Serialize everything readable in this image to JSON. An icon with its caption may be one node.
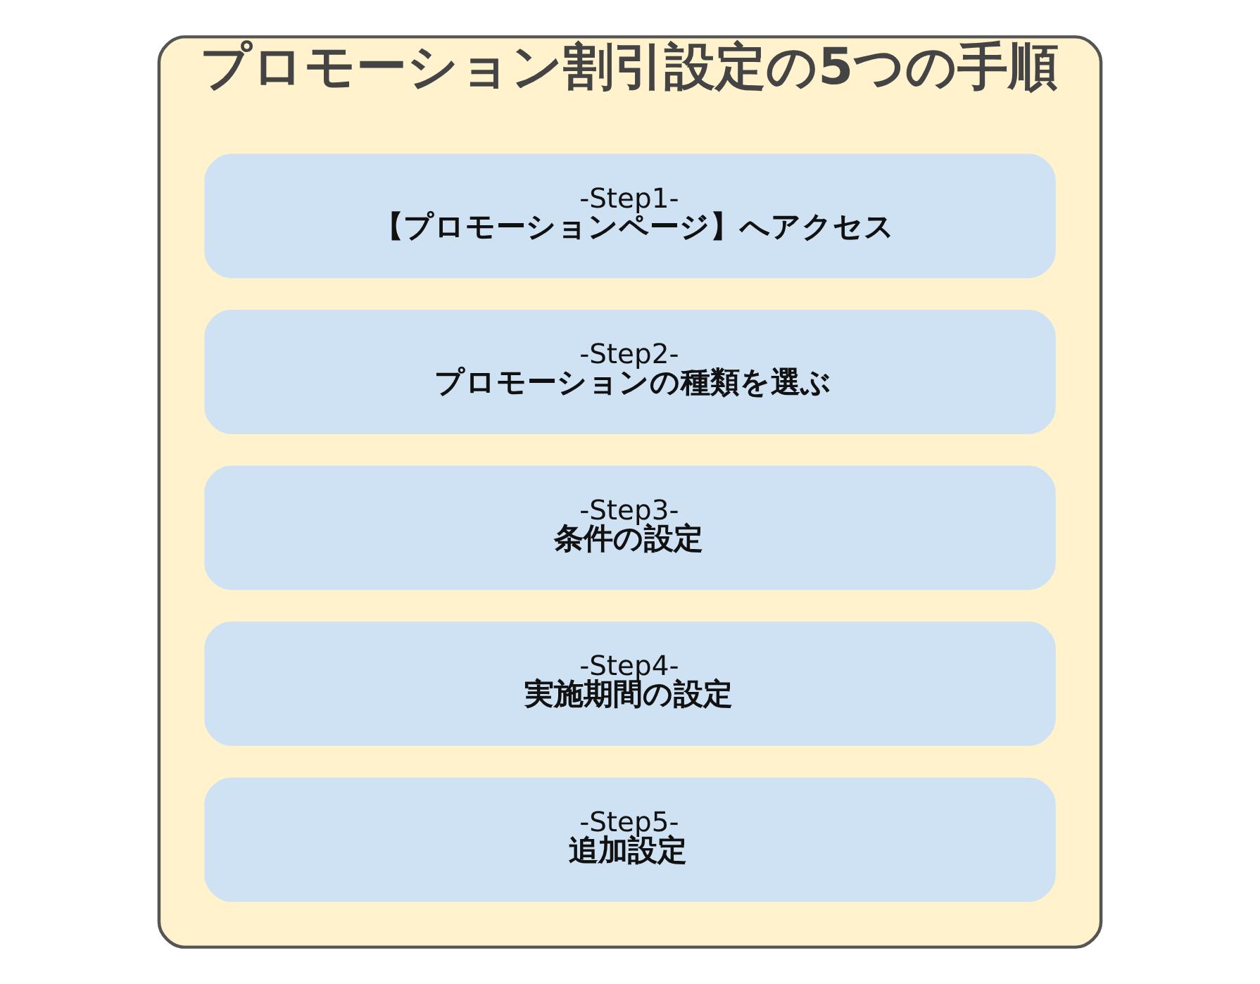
{
  "diagram": {
    "nodes": [
      {
        "text": [
          "プロモーション割引設定の5つの手順"
        ]
      },
      {
        "text": [
          "-Step1-",
          "【プロモーションページ】へアクセス"
        ],
        "in": 0
      },
      {
        "text": [
          "-Step2-",
          "プロモーションの種類を選ぶ"
        ],
        "in": 0
      },
      {
        "text": [
          "-Step3-",
          "条件の設定"
        ],
        "in": 0
      },
      {
        "text": [
          "-Step4-",
          "実施期間の設定"
        ],
        "in": 0
      },
      {
        "text": [
          "-Step5-",
          "追加設定"
        ],
        "in": 0
      }
    ],
    "edges": []
  }
}
